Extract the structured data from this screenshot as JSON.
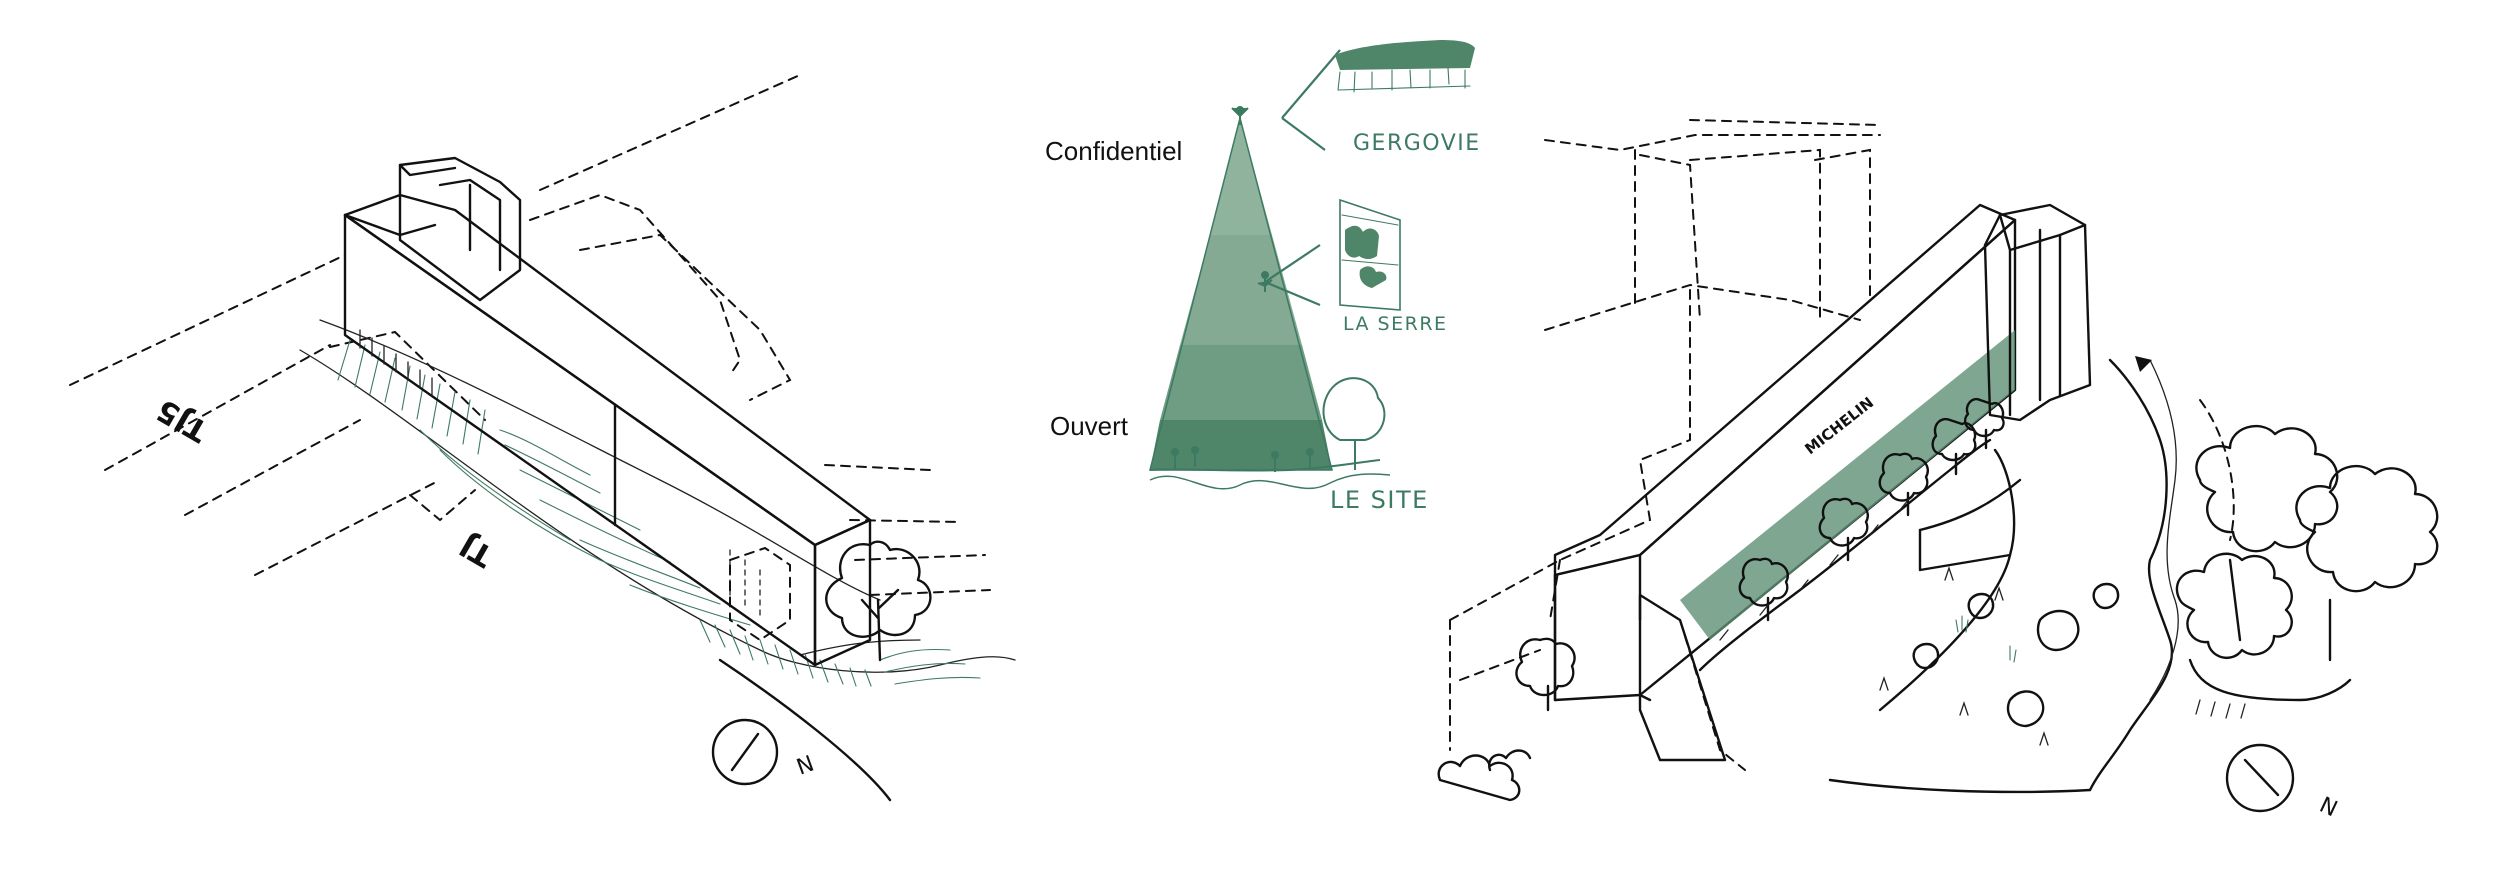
{
  "pyramid": {
    "top_label": "Confidentiel",
    "bottom_label": "Ouvert",
    "levels": [
      {
        "label": "GERGOVIE"
      },
      {
        "label": "LA SERRE"
      },
      {
        "label": "LE SITE"
      }
    ]
  },
  "left_view": {
    "streets": [
      "TJ5",
      "TJ"
    ]
  },
  "right_view": {
    "building_label": "MICHELIN"
  },
  "north_label": "N",
  "colors": {
    "building_light": "#8cb09a",
    "building_mid": "#6e9c82",
    "building_dark": "#4f8569",
    "ink": "#111111",
    "accent_text": "#3d7a62"
  }
}
